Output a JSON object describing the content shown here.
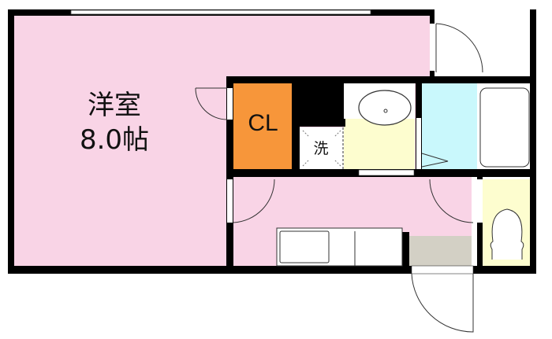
{
  "rooms": {
    "western_room": {
      "name": "洋室",
      "size": "8.0帖"
    },
    "closet": {
      "name": "CL"
    },
    "washer": {
      "name": "洗"
    }
  },
  "colors": {
    "room": "#f9d4e6",
    "closet": "#f7963a",
    "washroom": "#fdfdcf",
    "bathroom": "#c9f8fc",
    "storage": "#d3d0c5",
    "wall": "#000000"
  }
}
